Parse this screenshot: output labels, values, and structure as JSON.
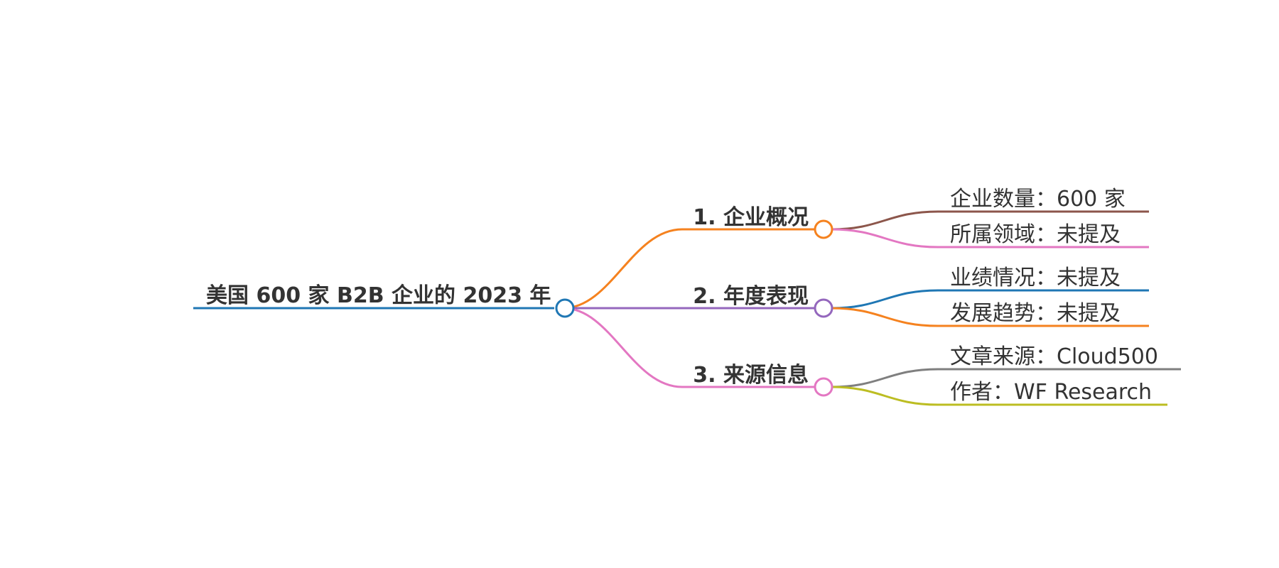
{
  "root": {
    "label": "美国 600 家 B2B 企业的 2023 年",
    "color": "#1f77b4"
  },
  "branches": [
    {
      "label": "1. 企业概况",
      "color": "#f5821f",
      "children": [
        {
          "label": "企业数量：600 家",
          "color": "#8c564b"
        },
        {
          "label": "所属领域：未提及",
          "color": "#e377c2"
        }
      ]
    },
    {
      "label": "2. 年度表现",
      "color": "#9467bd",
      "children": [
        {
          "label": "业绩情况：未提及",
          "color": "#1f77b4"
        },
        {
          "label": "发展趋势：未提及",
          "color": "#f5821f"
        }
      ]
    },
    {
      "label": "3. 来源信息",
      "color": "#e377c2",
      "children": [
        {
          "label": "文章来源：Cloud500",
          "color": "#7f7f7f"
        },
        {
          "label": "作者：WF Research",
          "color": "#bcbd22"
        }
      ]
    }
  ]
}
